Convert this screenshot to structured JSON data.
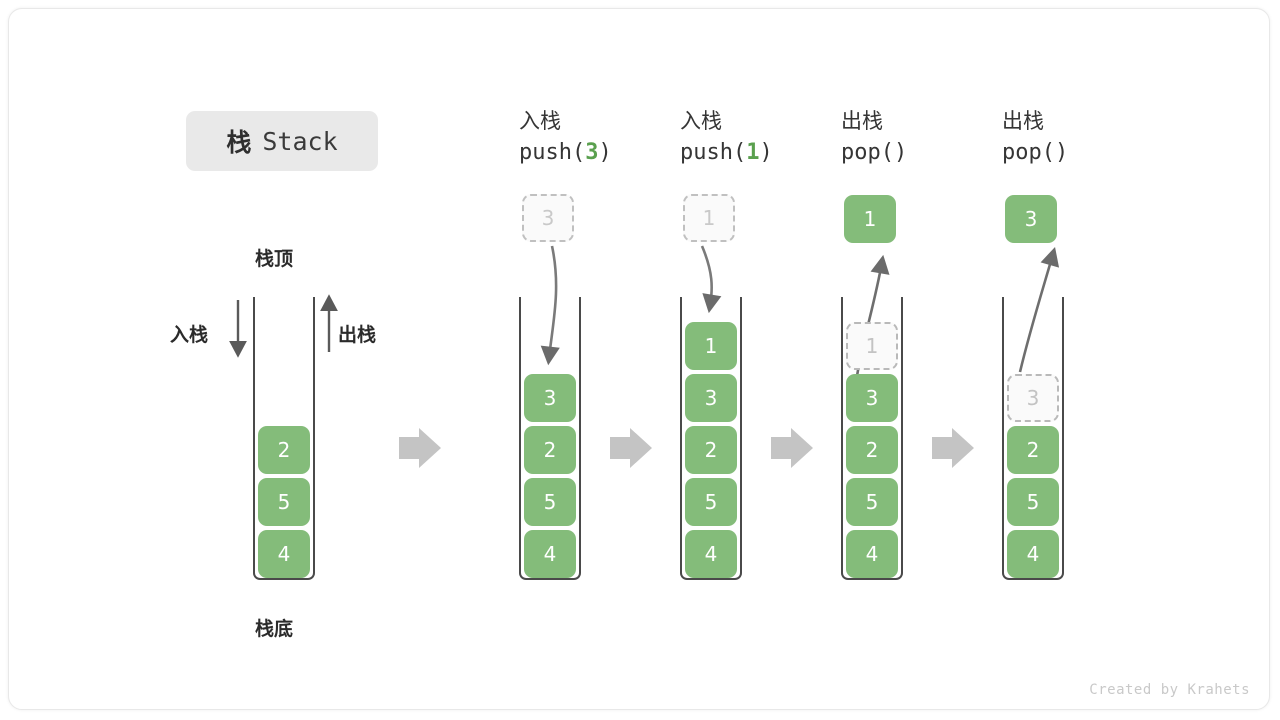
{
  "title": {
    "cn": "栈",
    "en": "Stack"
  },
  "labels": {
    "top": "栈顶",
    "bottom": "栈底",
    "push": "入栈",
    "pop": "出栈"
  },
  "watermark": "Created by Krahets",
  "colors": {
    "cell_green": "#84bc7a",
    "ghost_border": "#b9b9b9",
    "ghost_text": "#c3c3c3",
    "container_border": "#4a4a4a",
    "block_arrow": "#c4c4c4",
    "accent_arg": "#5aa04e",
    "badge_bg": "#e9e9e9"
  },
  "initial_stack": {
    "cells": [
      "2",
      "5",
      "4"
    ]
  },
  "steps": [
    {
      "op_cn": "入栈",
      "op_code_prefix": "push(",
      "op_code_arg": "3",
      "op_code_suffix": ")",
      "kind": "push",
      "floating": {
        "value": "3",
        "style": "ghost"
      },
      "cells": [
        "3",
        "2",
        "5",
        "4"
      ]
    },
    {
      "op_cn": "入栈",
      "op_code_prefix": "push(",
      "op_code_arg": "1",
      "op_code_suffix": ")",
      "kind": "push",
      "floating": {
        "value": "1",
        "style": "ghost"
      },
      "cells": [
        "1",
        "3",
        "2",
        "5",
        "4"
      ]
    },
    {
      "op_cn": "出栈",
      "op_code_prefix": "pop(",
      "op_code_arg": "",
      "op_code_suffix": ")",
      "kind": "pop",
      "floating": {
        "value": "1",
        "style": "solid"
      },
      "cells": [
        "1",
        "3",
        "2",
        "5",
        "4"
      ],
      "ghost_index_from_top": 0
    },
    {
      "op_cn": "出栈",
      "op_code_prefix": "pop(",
      "op_code_arg": "",
      "op_code_suffix": ")",
      "kind": "pop",
      "floating": {
        "value": "3",
        "style": "solid"
      },
      "cells": [
        "3",
        "2",
        "5",
        "4"
      ],
      "ghost_index_from_top": 0
    }
  ]
}
